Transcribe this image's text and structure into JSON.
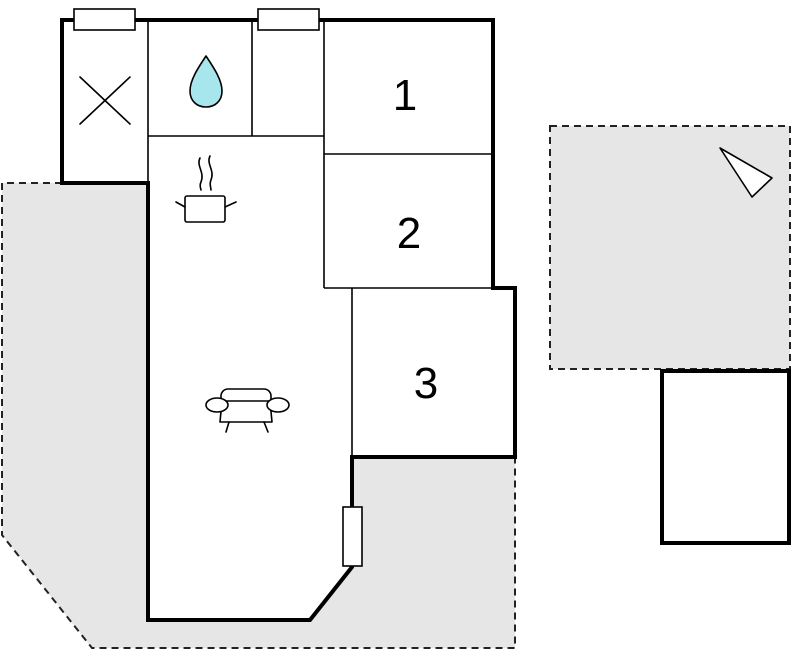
{
  "rooms": [
    {
      "id": "bedroom-1",
      "number": "1"
    },
    {
      "id": "bedroom-2",
      "number": "2"
    },
    {
      "id": "bedroom-3",
      "number": "3"
    }
  ],
  "icons": {
    "toilet": "cross-icon",
    "bathroom": "water-drop-icon",
    "kitchen": "cooking-pot-icon",
    "living": "sofa-icon",
    "exterior": "direction-arrow-icon"
  },
  "colors": {
    "wall": "#000000",
    "terrace": "#e6e6e6",
    "water_drop": "#a8e6ee"
  }
}
